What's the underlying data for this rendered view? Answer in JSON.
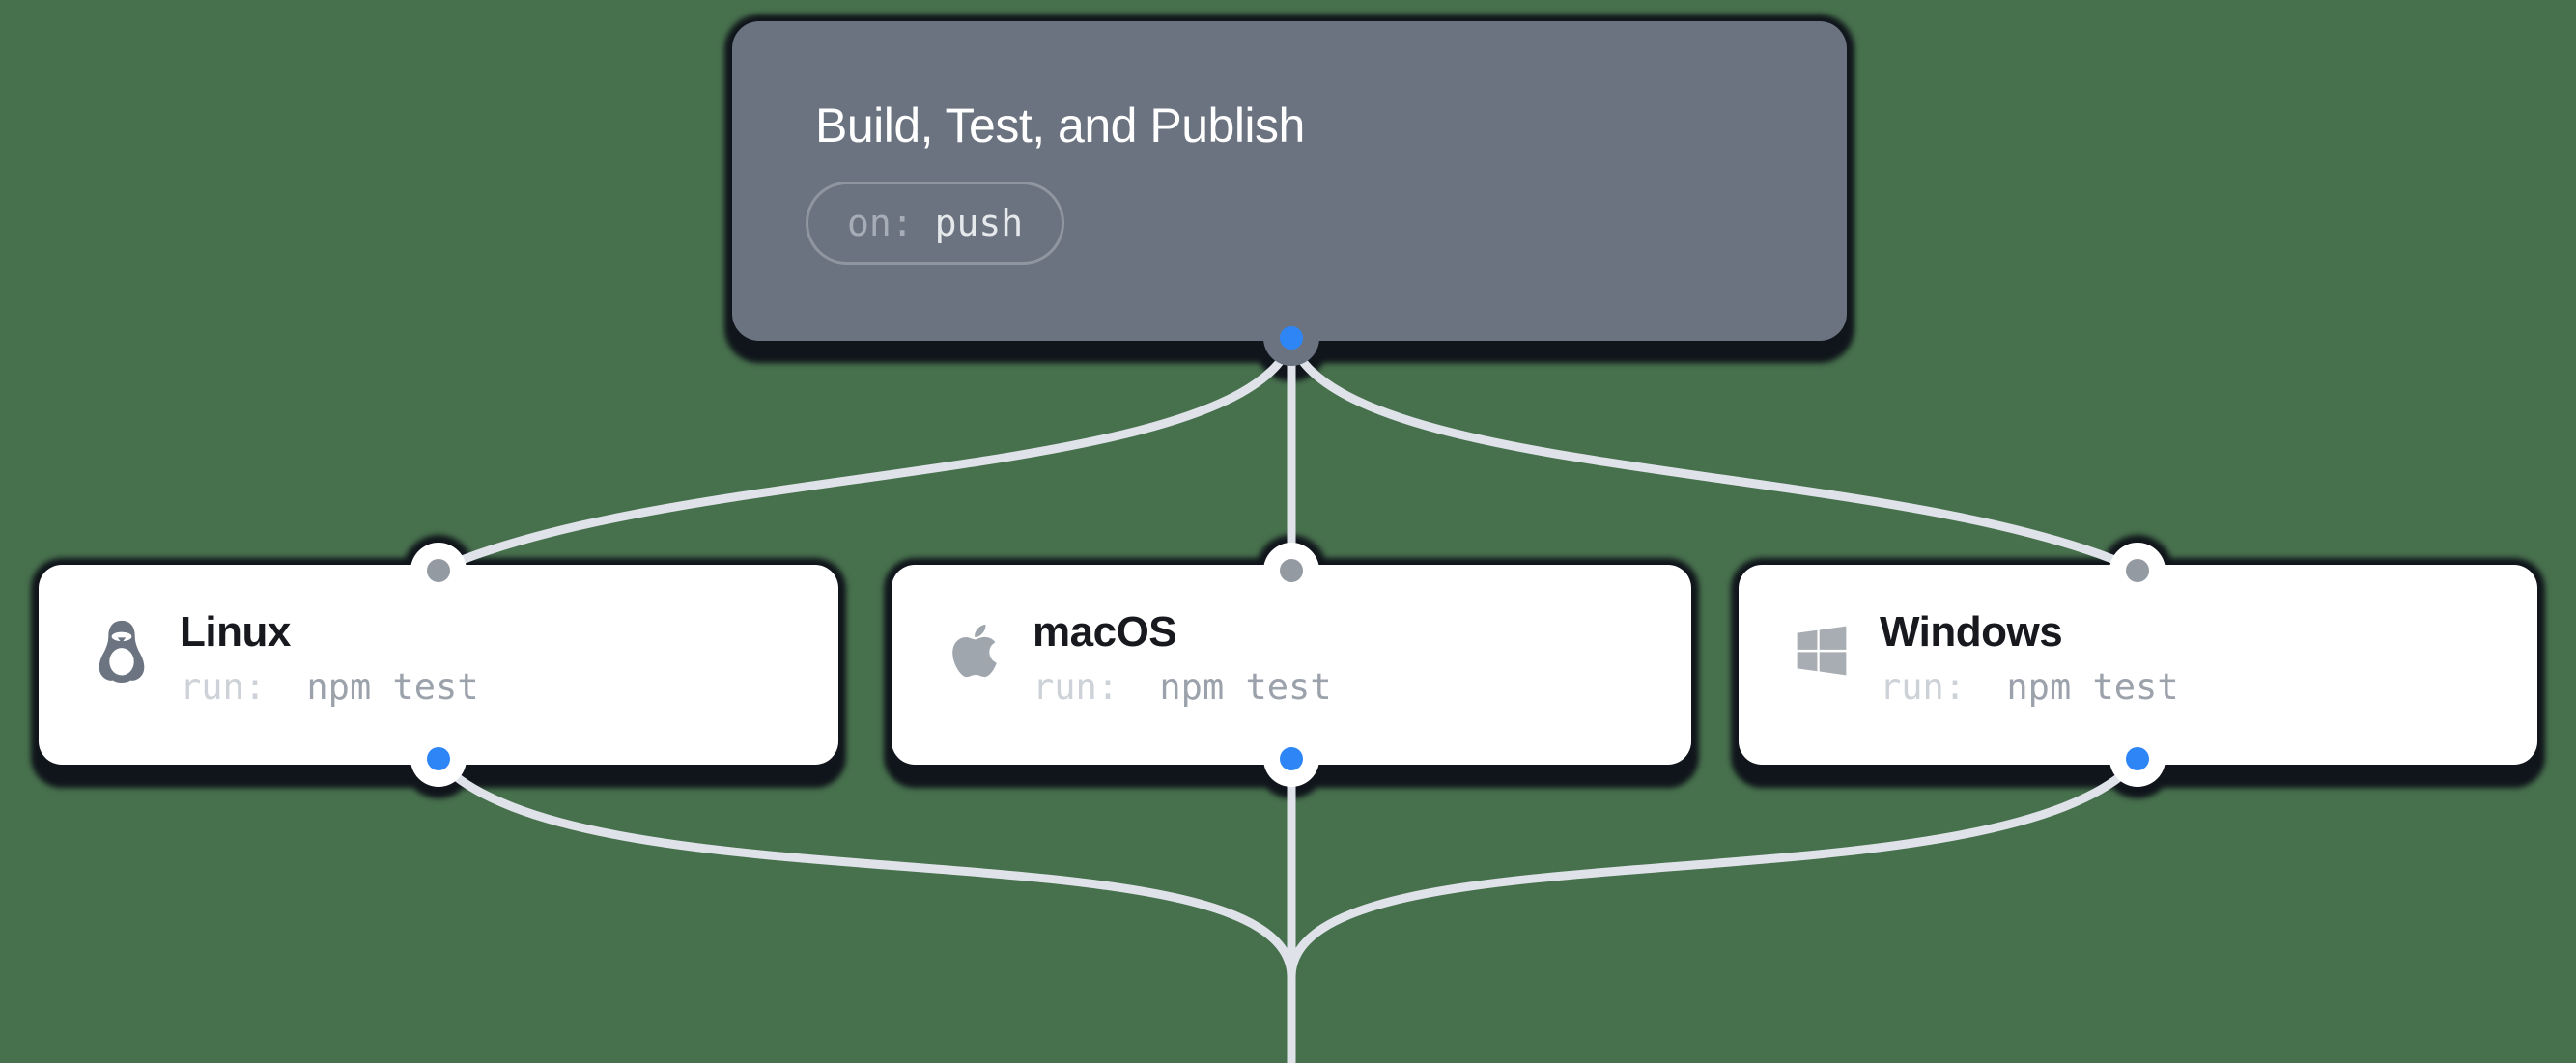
{
  "colors": {
    "bg": "#47704d",
    "slate": "#6b7380",
    "shadow": "#10151b",
    "line": "#dfe3e9",
    "blue": "#2e86f6",
    "graydot": "#939aa2",
    "titledark": "#17191e",
    "runkey": "#cdd2d8",
    "runval": "#9ba2ab",
    "badgekey": "#a6adb6",
    "badgeval": "#e6e9ec",
    "pillborder": "rgba(255,255,255,0.25)",
    "linuxicon": "#6b7480",
    "appleicon": "#a0a6ae",
    "windowsicon": "#a8adb3"
  },
  "trigger": {
    "title": "Build, Test, and Publish",
    "badge": {
      "key": "on:",
      "value": "push"
    }
  },
  "jobs": [
    {
      "title": "Linux",
      "icon": "linux-icon",
      "run": {
        "key": "run:",
        "value": "npm test"
      }
    },
    {
      "title": "macOS",
      "icon": "apple-icon",
      "run": {
        "key": "run:",
        "value": "npm test"
      }
    },
    {
      "title": "Windows",
      "icon": "windows-icon",
      "run": {
        "key": "run:",
        "value": "npm test"
      }
    }
  ]
}
